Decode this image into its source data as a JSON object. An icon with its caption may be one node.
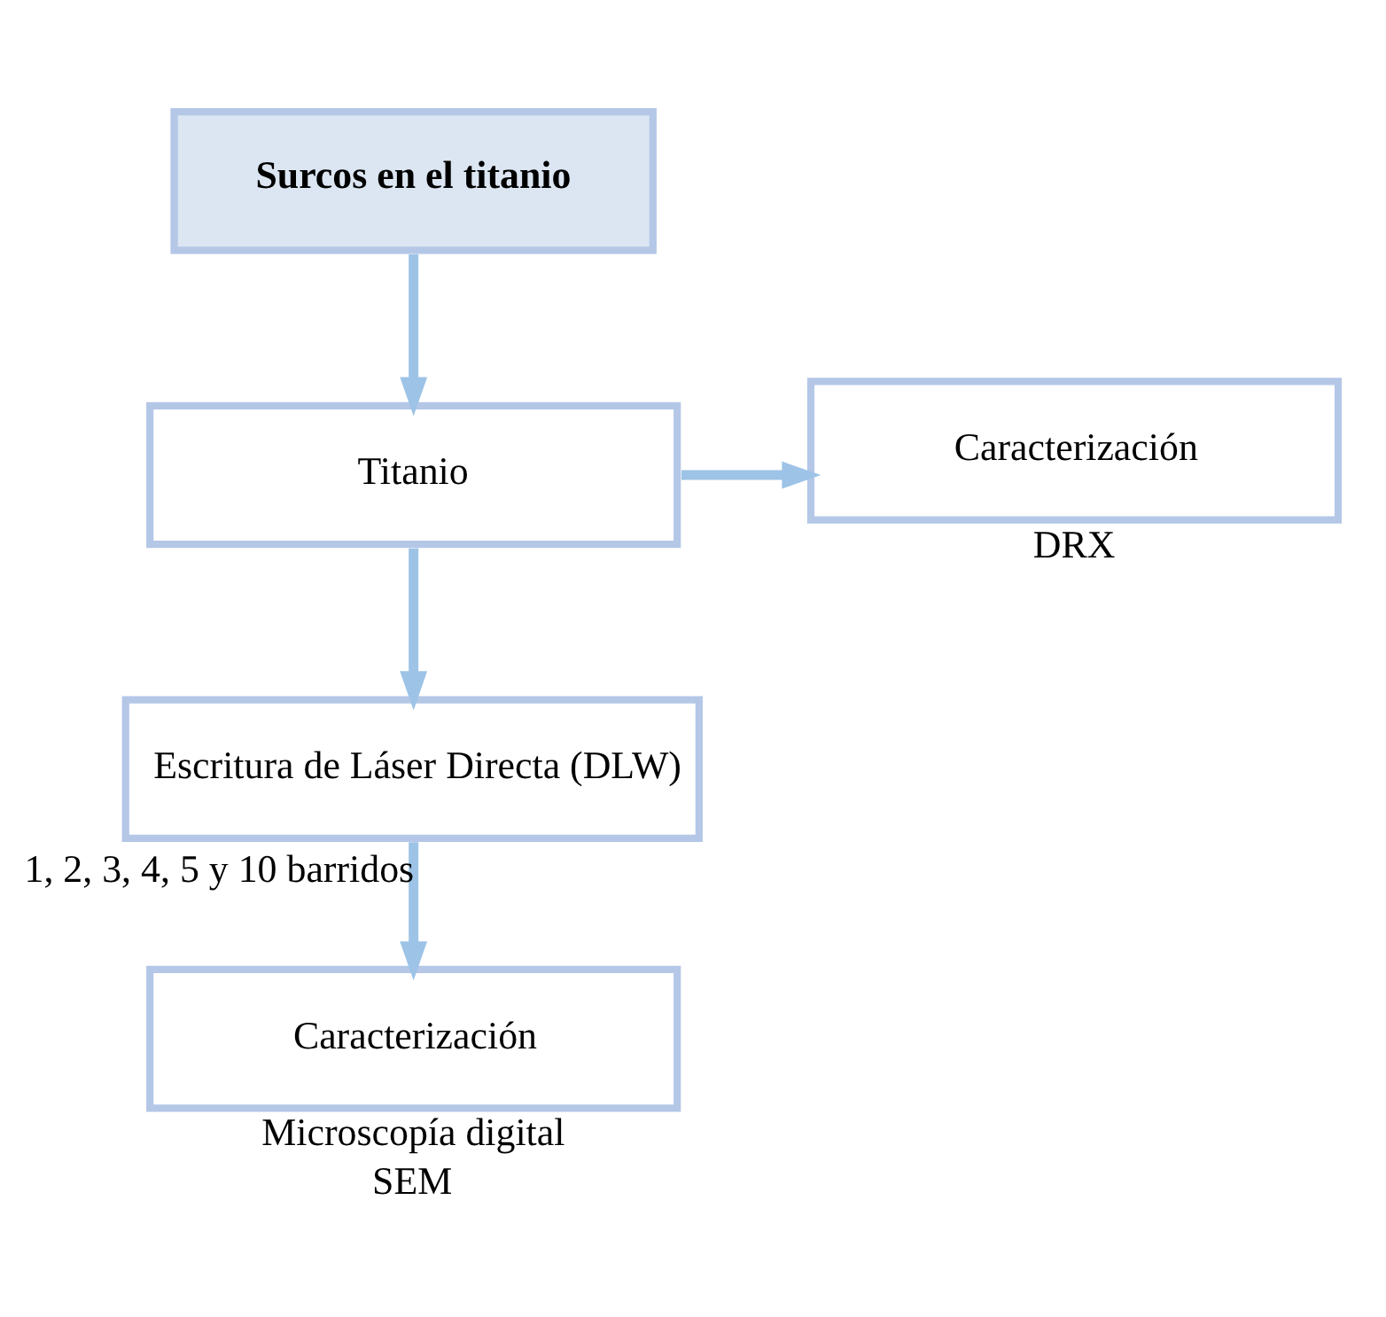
{
  "diagram": {
    "nodes": [
      {
        "text": [
          "Surcos en el titanio"
        ]
      },
      {
        "text": [
          "Titanio"
        ]
      },
      {
        "text": [
          "Caracterización"
        ],
        "beside": [
          "DRX"
        ]
      },
      {
        "text": [
          "Escritura de Láser Directa (DLW)"
        ]
      },
      {
        "text": [
          "Caracterización"
        ],
        "beside": [
          "Microscopía digital",
          "SEM"
        ]
      }
    ],
    "edges": [
      {
        "from": 0,
        "to": 1,
        "arrow": "to"
      },
      {
        "from": 1,
        "to": 2,
        "arrow": "to"
      },
      {
        "from": 1,
        "to": 3,
        "arrow": "to"
      },
      {
        "from": 3,
        "to": 4,
        "arrow": "to",
        "label": "1, 2, 3, 4, 5 y 10 barridos"
      }
    ]
  }
}
